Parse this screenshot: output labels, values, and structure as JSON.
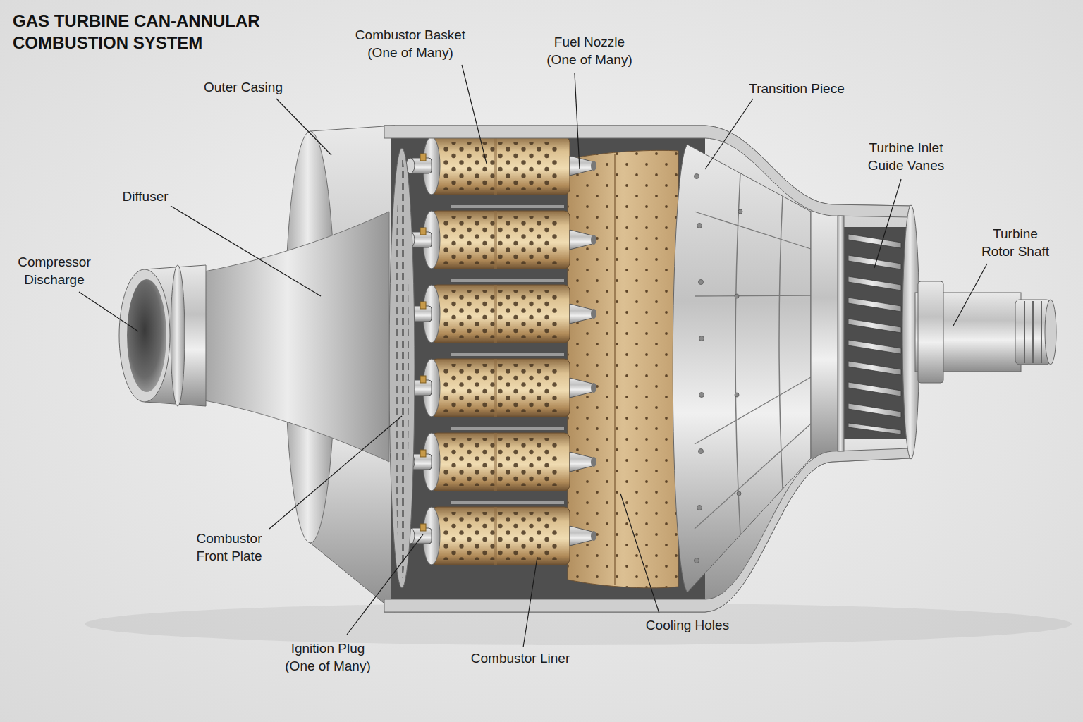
{
  "diagram": {
    "title": "GAS TURBINE CAN-ANNULAR COMBUSTION SYSTEM",
    "labels": [
      "Combustor Basket (One of Many)",
      "Fuel Nozzle (One of Many)",
      "Outer Casing",
      "Transition Piece",
      "Turbine Inlet Guide Vanes",
      "Diffuser",
      "Turbine Rotor Shaft",
      "Compressor Discharge",
      "Combustor Front Plate",
      "Cooling Holes",
      "Ignition Plug (One of Many)",
      "Combustor Liner"
    ]
  }
}
